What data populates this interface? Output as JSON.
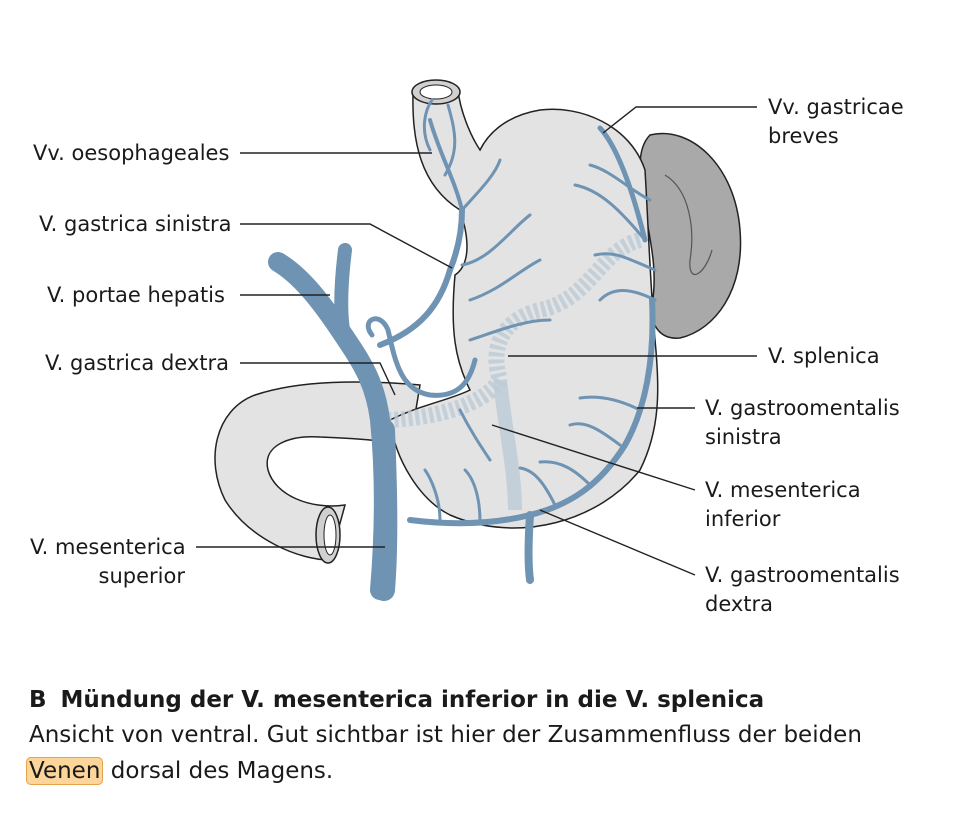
{
  "labels": {
    "vv_oesophageales": "Vv. oesophageales",
    "v_gastrica_sinistra": "V. gastrica sinistra",
    "v_portae_hepatis": "V. portae hepatis",
    "v_gastrica_dextra": "V. gastrica dextra",
    "v_mesenterica_superior_1": "V. mesenterica",
    "v_mesenterica_superior_2": "superior",
    "vv_gastricae_breves_1": "Vv. gastricae",
    "vv_gastricae_breves_2": "breves",
    "v_splenica": "V. splenica",
    "v_gastroomentalis_sinistra_1": "V. gastroomentalis",
    "v_gastroomentalis_sinistra_2": "sinistra",
    "v_mesenterica_inferior_1": "V. mesenterica",
    "v_mesenterica_inferior_2": "inferior",
    "v_gastroomentalis_dextra_1": "V. gastroomentalis",
    "v_gastroomentalis_dextra_2": "dextra"
  },
  "caption": {
    "letter": "B",
    "title": "Mündung der V. mesenterica inferior in die V. splenica",
    "body_start": "Ansicht von ventral. Gut sichtbar ist hier der Zusammenfluss der beiden",
    "highlight": "Venen",
    "body_end": " dorsal des Magens."
  },
  "colors": {
    "vein": "#6f93b3",
    "organ": "#e3e3e3",
    "spleen": "#a9a9a9",
    "highlight": "#fbd59a"
  }
}
